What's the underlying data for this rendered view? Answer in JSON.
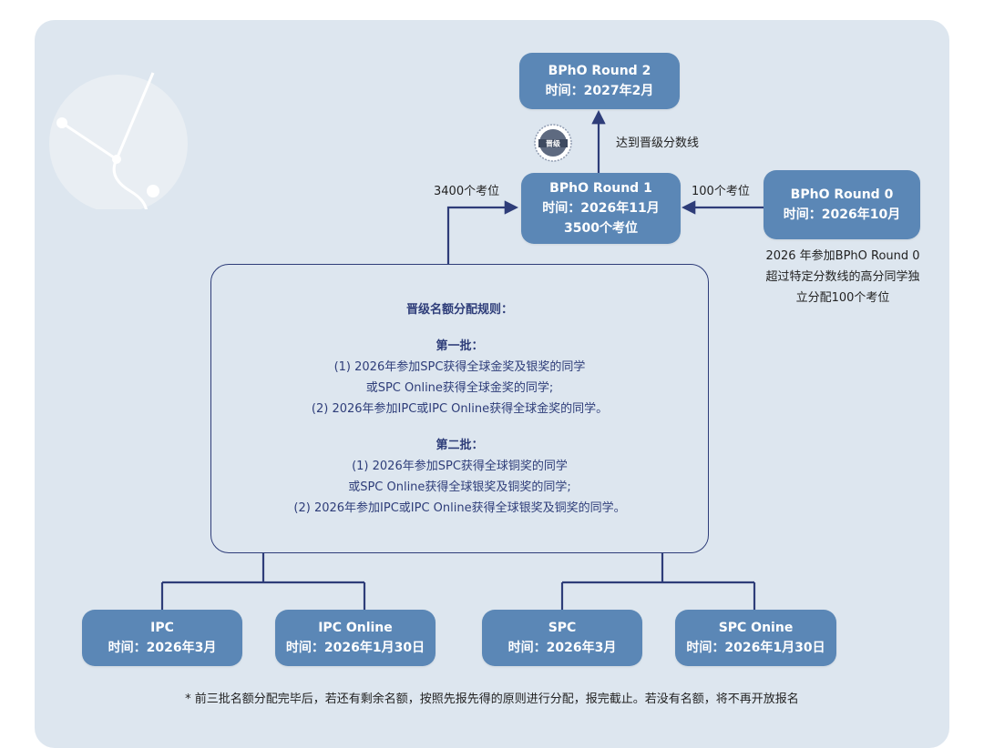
{
  "nodes": {
    "r2": {
      "name": "BPhO Round 2",
      "time": "时间：2027年2月"
    },
    "r1": {
      "name": "BPhO Round 1",
      "time": "时间：2026年11月",
      "seats": "3500个考位"
    },
    "r0": {
      "name": "BPhO Round 0",
      "time": "时间：2026年10月"
    },
    "ipc": {
      "name": "IPC",
      "time": "时间：2026年3月"
    },
    "ipc_online": {
      "name": "IPC Online",
      "time": "时间：2026年1月30日"
    },
    "spc": {
      "name": "SPC",
      "time": "时间：2026年3月"
    },
    "spc_online": {
      "name": "SPC Onine",
      "time": "时间：2026年1月30日"
    }
  },
  "labels": {
    "advance": "达到晋级分数线",
    "seats_3400": "3400个考位",
    "seats_100": "100个考位",
    "badge": "晋级"
  },
  "r0_note": [
    "2026 年参加BPhO Round 0",
    "超过特定分数线的高分同学独",
    "立分配100个考位"
  ],
  "rules": {
    "title": "晋级名额分配规则：",
    "batch1": {
      "title": "第一批：",
      "lines": [
        "(1) 2026年参加SPC获得全球金奖及银奖的同学",
        "或SPC Online获得全球金奖的同学;",
        "(2) 2026年参加IPC或IPC Online获得全球金奖的同学。"
      ]
    },
    "batch2": {
      "title": "第二批：",
      "lines": [
        "(1) 2026年参加SPC获得全球铜奖的同学",
        "或SPC Online获得全球银奖及铜奖的同学;",
        "(2) 2026年参加IPC或IPC Online获得全球银奖及铜奖的同学。"
      ]
    }
  },
  "footnote": "* 前三批名额分配完毕后，若还有剩余名额，按照先报先得的原则进行分配，报完截止。若没有名额，将不再开放报名",
  "colors": {
    "node": "#5b87b6",
    "line": "#2e3d79",
    "panel": "#dde6ef"
  }
}
